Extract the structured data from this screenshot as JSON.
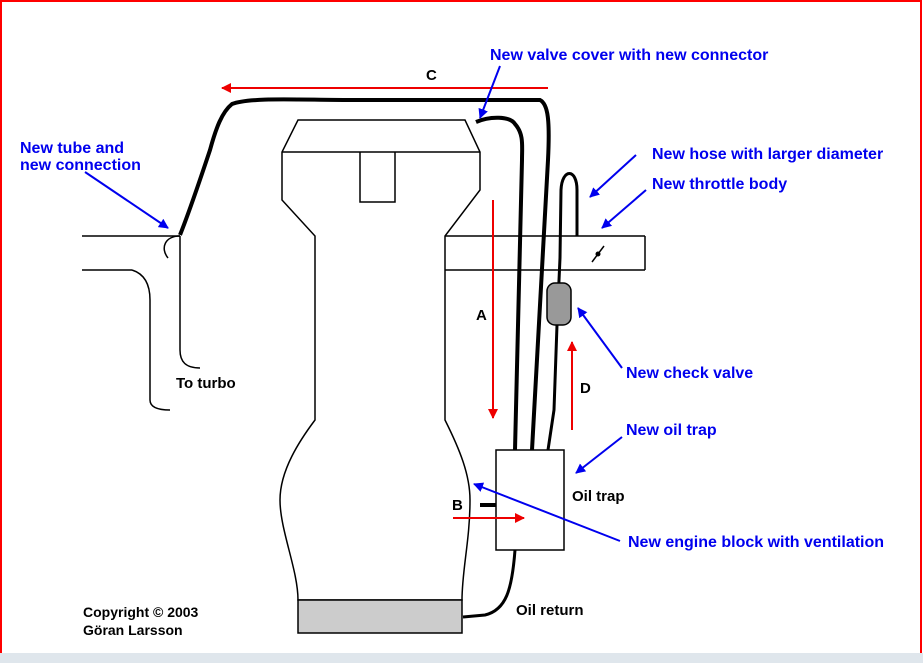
{
  "annotations": {
    "valve_cover": "New valve cover with new connector",
    "tube_line1": "New tube and",
    "tube_line2": "new connection",
    "hose": "New hose with larger diameter",
    "throttle": "New throttle body",
    "check_valve": "New check valve",
    "oil_trap": "New oil trap",
    "engine_block": "New engine block with ventilation"
  },
  "labels": {
    "to_turbo": "To turbo",
    "oil_trap": "Oil trap",
    "oil_return": "Oil return",
    "copyright_line1": "Copyright © 2003",
    "copyright_line2": "Göran Larsson"
  },
  "flow_arrows": {
    "a": "A",
    "b": "B",
    "c": "C",
    "d": "D"
  },
  "colors": {
    "annotation_blue": "#0000ee",
    "flow_red": "#ee0000",
    "frame_red": "#ff0000",
    "check_valve_grey": "#999999",
    "oil_pan_grey": "#cccccc"
  }
}
